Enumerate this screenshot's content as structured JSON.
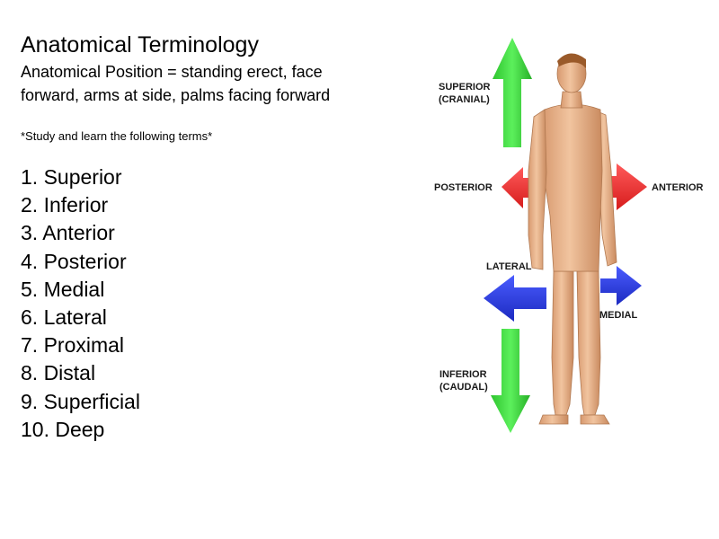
{
  "title": "Anatomical Terminology",
  "definition": {
    "line1": "Anatomical Position = standing erect, face",
    "line2": "forward, arms at side, palms facing forward"
  },
  "instruction": "*Study and learn the following terms*",
  "terms": [
    "1. Superior",
    "2. Inferior",
    "3. Anterior",
    "4. Posterior",
    "5. Medial",
    "6. Lateral",
    "7. Proximal",
    "8. Distal",
    "9. Superficial",
    "10. Deep"
  ],
  "figure": {
    "labels": {
      "superior": "SUPERIOR",
      "superior_alt": "(CRANIAL)",
      "posterior": "POSTERIOR",
      "anterior": "ANTERIOR",
      "lateral": "LATERAL",
      "medial": "MEDIAL",
      "inferior": "INFERIOR",
      "inferior_alt": "(CAUDAL)"
    },
    "colors": {
      "vertical_arrows": "#3ddc3d",
      "horizontal_arrows": "#ee2a2a",
      "mediolateral_arrows": "#2a3fe0",
      "skin": "#e8b48c",
      "hair": "#9a5a2a"
    }
  }
}
